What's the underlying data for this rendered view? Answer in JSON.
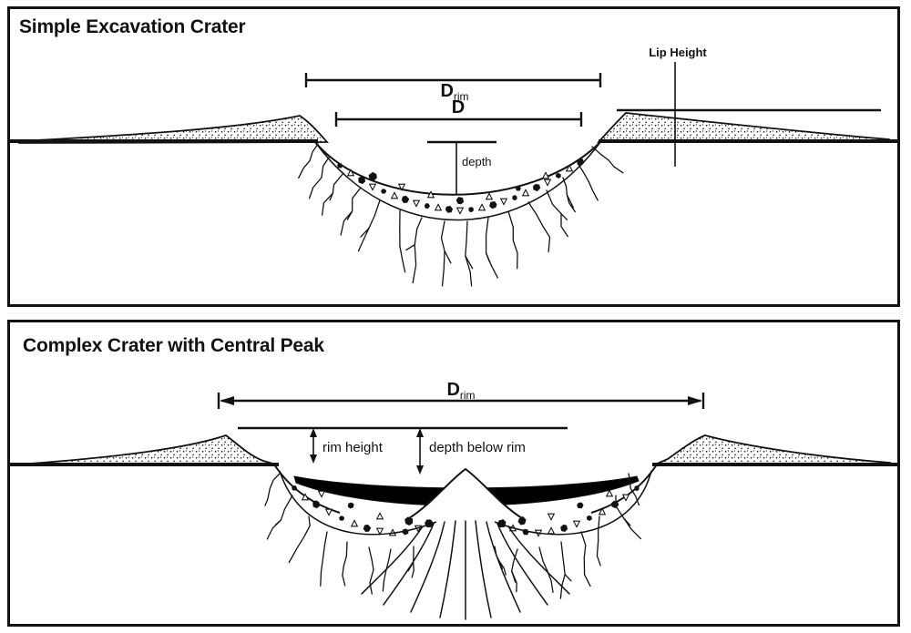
{
  "figure": {
    "panel_simple": {
      "title": "Simple Excavation Crater",
      "labels": {
        "d_rim_main": "D",
        "d_rim_sub": "rim",
        "d": "D",
        "depth": "depth",
        "lip_height": "Lip Height"
      }
    },
    "panel_complex": {
      "title": "Complex Crater with Central Peak",
      "labels": {
        "d_rim_main": "D",
        "d_rim_sub": "rim",
        "rim_height": "rim height",
        "depth_below_rim": "depth below rim"
      }
    },
    "colors": {
      "ink": "#121212",
      "paper": "#ffffff",
      "melt_sheet": "#000000"
    }
  }
}
